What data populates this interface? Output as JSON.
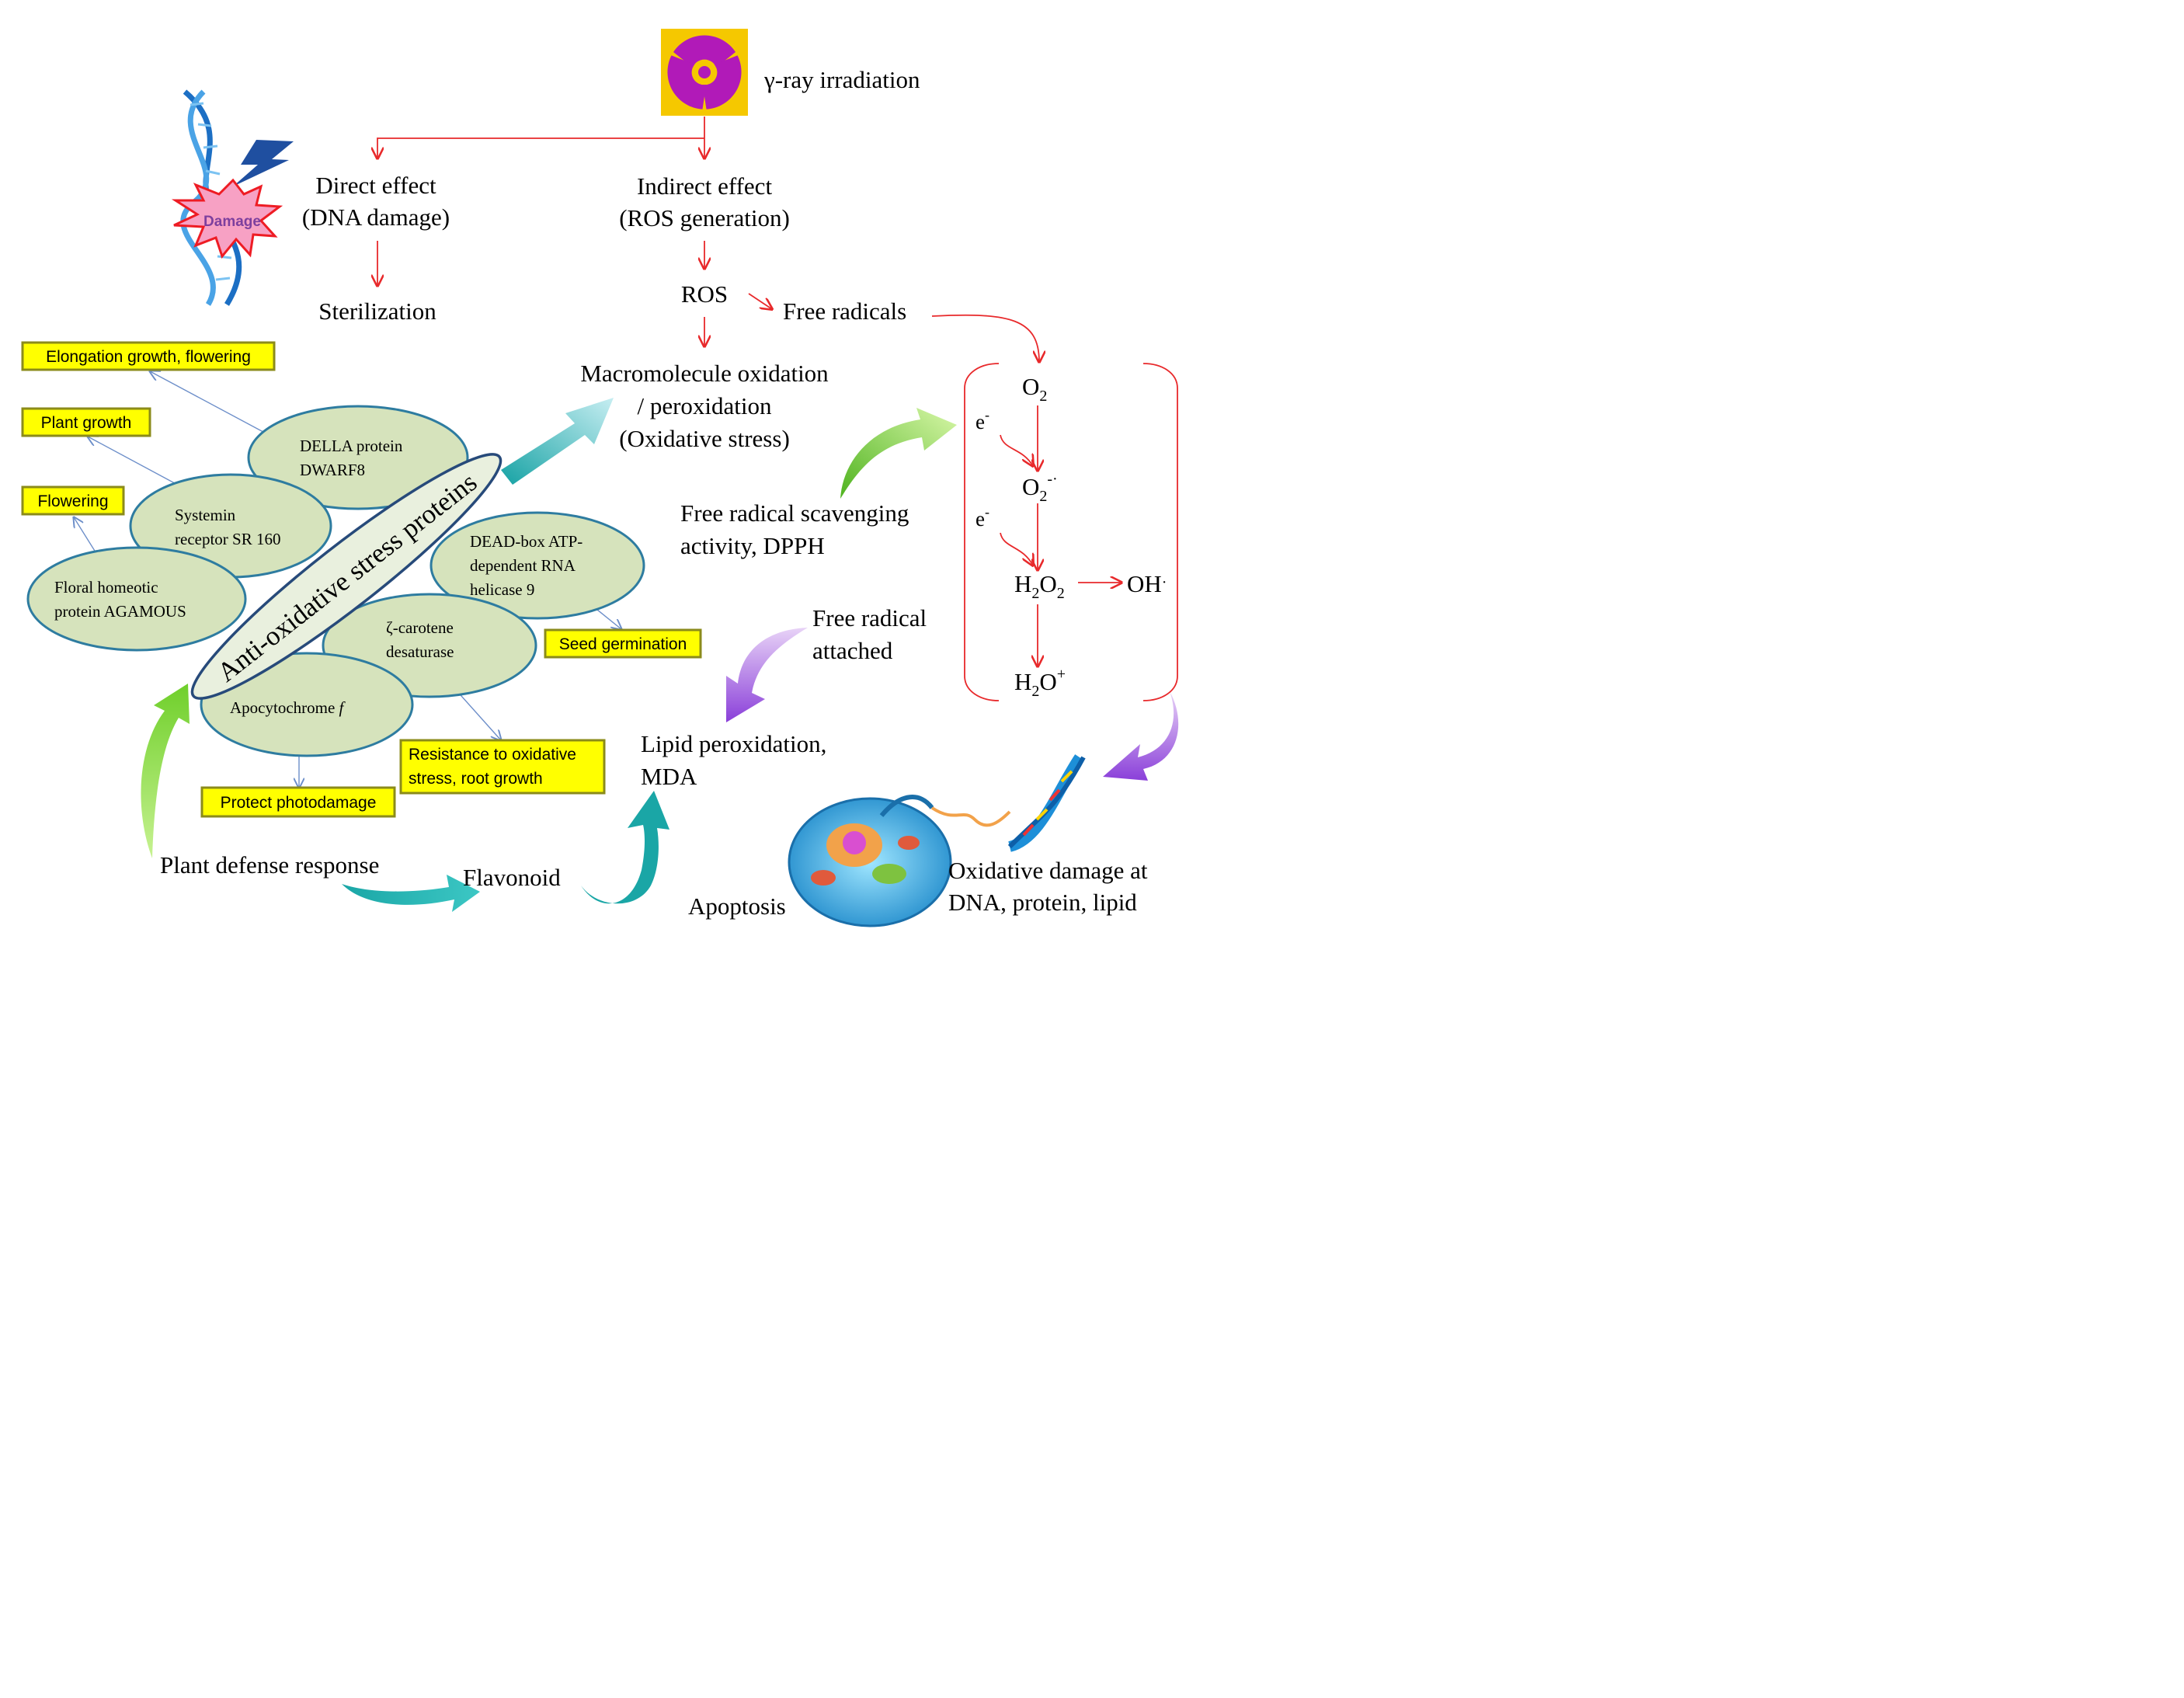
{
  "top": {
    "irradiation_label": "γ-ray irradiation",
    "direct_effect": [
      "Direct effect",
      "(DNA damage)"
    ],
    "indirect_effect": [
      "Indirect effect",
      "(ROS generation)"
    ],
    "sterilization": "Sterilization",
    "ros": "ROS",
    "free_radicals": "Free radicals",
    "macromolecule": [
      "Macromolecule oxidation",
      "/ peroxidation",
      "(Oxidative stress)"
    ],
    "damage_badge": "Damage"
  },
  "proteins": {
    "center_label": "Anti-oxidative stress proteins",
    "della": [
      "DELLA protein",
      "DWARF8"
    ],
    "systemin": [
      "Systemin",
      "receptor SR 160"
    ],
    "agamous": [
      "Floral homeotic",
      "protein AGAMOUS"
    ],
    "dead_box": [
      "DEAD-box ATP-",
      "dependent RNA",
      "helicase 9"
    ],
    "zeta": [
      "ζ-carotene",
      "desaturase"
    ],
    "apocyt": "Apocytochrome",
    "apocyt_italic": "f"
  },
  "functions": {
    "elongation": "Elongation growth, flowering",
    "plant_growth": "Plant growth",
    "flowering": "Flowering",
    "seed": "Seed germination",
    "resistance": [
      "Resistance to oxidative",
      "stress, root growth"
    ],
    "protect": "Protect photodamage"
  },
  "right": {
    "scavenging": [
      "Free radical scavenging",
      "activity, DPPH"
    ],
    "attached": [
      "Free radical",
      "attached"
    ],
    "lipid": [
      "Lipid peroxidation,",
      "MDA"
    ],
    "oxidative_damage": [
      "Oxidative damage at",
      "DNA, protein, lipid"
    ],
    "apoptosis": "Apoptosis",
    "e1": "e",
    "e2": "e"
  },
  "bottom": {
    "defense": "Plant defense response",
    "flavonoid": "Flavonoid"
  },
  "colors": {
    "red_arrow": "#e8292b",
    "yellow_box": "#ffff00",
    "ellipse_fill": "#d6e3bc",
    "ellipse_stroke": "#2e7ca0",
    "green_arrow": "#7fd636",
    "purple_arrow": "#8a3fd9",
    "teal_arrow": "#1aa6a6",
    "radiation_bg": "#f5c800",
    "radiation_symbol": "#b11ab8"
  }
}
